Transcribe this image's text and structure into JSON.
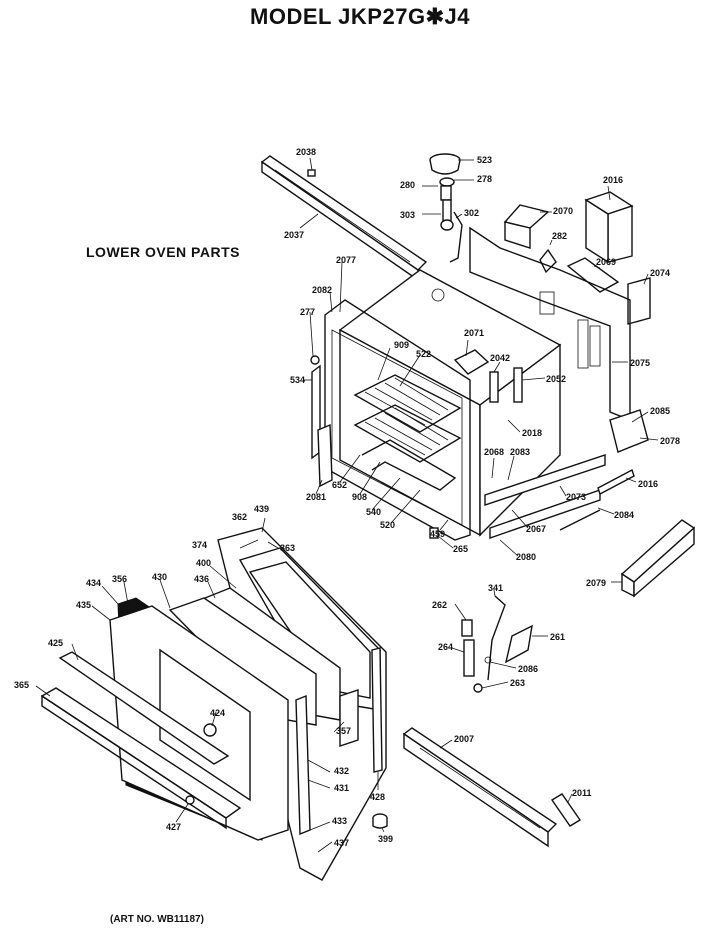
{
  "header": {
    "title": "MODEL JKP27G✱J4"
  },
  "section_label": "LOWER OVEN PARTS",
  "art_number": "(ART NO. WB11187)",
  "parts": {
    "p2038": "2038",
    "p2037": "2037",
    "p523": "523",
    "p278": "278",
    "p280": "280",
    "p303": "303",
    "p302": "302",
    "p2070": "2070",
    "p2016a": "2016",
    "p282": "282",
    "p2069": "2069",
    "p2074": "2074",
    "p2077": "2077",
    "p2082": "2082",
    "p277": "277",
    "p2071": "2071",
    "p909": "909",
    "p522": "522",
    "p2075": "2075",
    "p534": "534",
    "p2042": "2042",
    "p2052": "2052",
    "p2085": "2085",
    "p2018": "2018",
    "p2078": "2078",
    "p2068": "2068",
    "p2083": "2083",
    "p2016b": "2016",
    "p2081": "2081",
    "p652": "652",
    "p908": "908",
    "p2073": "2073",
    "p540": "540",
    "p520": "520",
    "p2067": "2067",
    "p2084": "2084",
    "p459": "459",
    "p265": "265",
    "p2080": "2080",
    "p2079": "2079",
    "p362": "362",
    "p439": "439",
    "p374": "374",
    "p363": "363",
    "p400": "400",
    "p434": "434",
    "p356": "356",
    "p430": "430",
    "p436": "436",
    "p341": "341",
    "p435": "435",
    "p262": "262",
    "p261": "261",
    "p425": "425",
    "p264": "264",
    "p2086": "2086",
    "p365": "365",
    "p263": "263",
    "p424": "424",
    "p357": "357",
    "p2007": "2007",
    "p432": "432",
    "p431": "431",
    "p428": "428",
    "p2011": "2011",
    "p427": "427",
    "p433": "433",
    "p399": "399",
    "p437": "437"
  }
}
